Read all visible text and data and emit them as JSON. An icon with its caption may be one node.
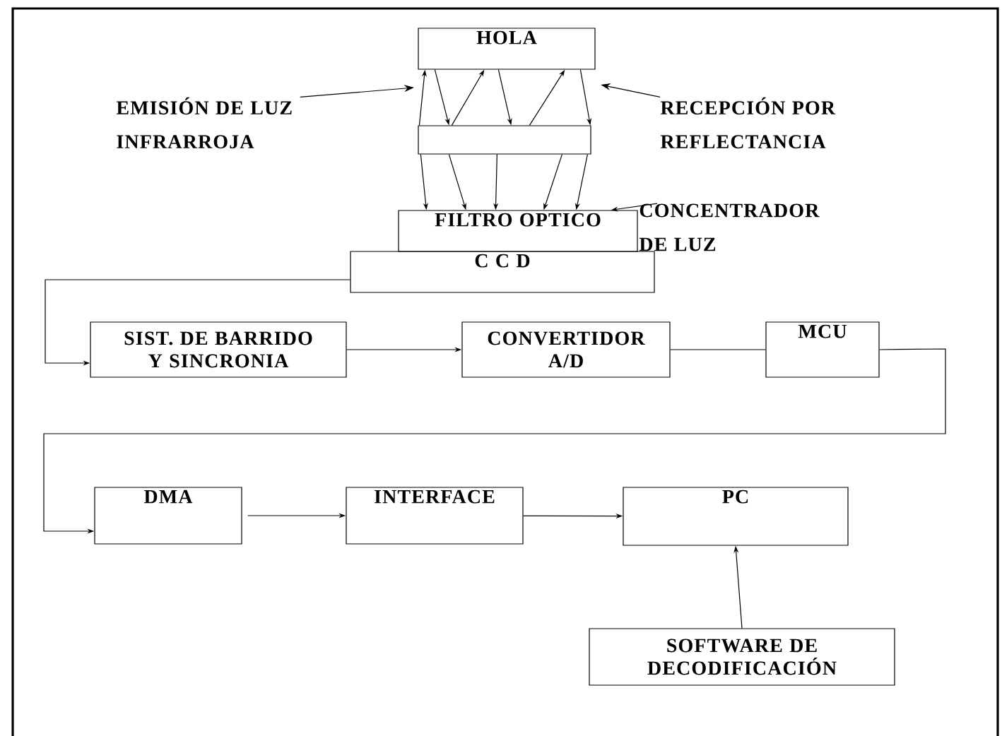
{
  "diagram": {
    "nodes": [
      {
        "text": [
          "HOLA"
        ]
      },
      {
        "text": [
          "EMISIÓN DE LUZ INFRARROJA"
        ]
      },
      {
        "text": [
          "RECEPCIÓN POR REFLECTANCIA"
        ]
      },
      {
        "text": [],
        "shape": "box"
      },
      {
        "text": [
          "CONCENTRADOR DE LUZ"
        ]
      },
      {
        "text": [
          "FILTRO OPTICO"
        ]
      },
      {
        "text": [
          "C C D"
        ]
      },
      {
        "text": [
          "SIST. DE BARRIDO Y SINCRONIA"
        ]
      },
      {
        "text": [
          "CONVERTIDOR A/D"
        ]
      },
      {
        "text": [
          "MCU"
        ]
      },
      {
        "text": [
          "DMA"
        ]
      },
      {
        "text": [
          "INTERFACE"
        ]
      },
      {
        "text": [
          "PC"
        ]
      },
      {
        "text": [
          "SOFTWARE DE DECODIFICACIÓN"
        ]
      }
    ],
    "edges": [
      {
        "from": 3,
        "to": 0,
        "arrow": "to"
      },
      {
        "from": 0,
        "to": 3,
        "arrow": "to"
      },
      {
        "from": 3,
        "to": 0,
        "arrow": "to"
      },
      {
        "from": 0,
        "to": 3,
        "arrow": "to"
      },
      {
        "from": 3,
        "to": 0,
        "arrow": "to"
      },
      {
        "from": 0,
        "to": 3,
        "arrow": "to"
      },
      {
        "from": 3,
        "to": 5,
        "arrow": "to"
      },
      {
        "from": 3,
        "to": 5,
        "arrow": "to"
      },
      {
        "from": 3,
        "to": 5,
        "arrow": "to"
      },
      {
        "from": 3,
        "to": 5,
        "arrow": "to"
      },
      {
        "from": 3,
        "to": 5,
        "arrow": "to"
      },
      {
        "from": 1,
        "to": null,
        "arrow": "to"
      },
      {
        "from": 2,
        "to": null,
        "arrow": "to"
      },
      {
        "from": 4,
        "to": 5,
        "arrow": "to"
      },
      {
        "from": 6,
        "to": 7,
        "arrow": "to"
      },
      {
        "from": 7,
        "to": 8,
        "arrow": "to"
      },
      {
        "from": 8,
        "to": 9,
        "arrow": "none"
      },
      {
        "from": 9,
        "to": 10,
        "arrow": "to"
      },
      {
        "from": 10,
        "to": 11,
        "arrow": "to"
      },
      {
        "from": 11,
        "to": 12,
        "arrow": "to"
      },
      {
        "from": 13,
        "to": 12,
        "arrow": "to"
      }
    ]
  }
}
